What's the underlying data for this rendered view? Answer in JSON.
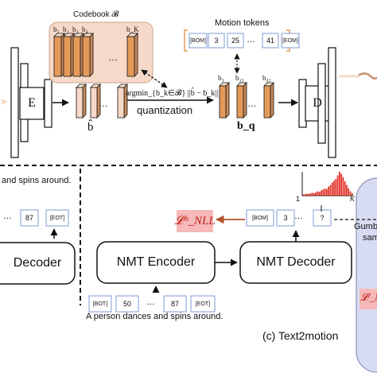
{
  "top": {
    "codebook_title": "Codebook 𝓑",
    "codebook_labels": [
      "b₁",
      "b₂",
      "b₃",
      "b₄",
      "…",
      "b_K"
    ],
    "motion_tokens_title": "Motion tokens",
    "motion_tokens": [
      "[BOM]",
      "3",
      "25",
      "…",
      "41",
      "[EOM]"
    ],
    "encoder_label": "E",
    "decoder_label": "D",
    "bhat_label": "b̂",
    "argmin_label": "argmin_{b_k∈𝓑} ||b̂ − b_k||",
    "quantization_label": "quantization",
    "quantized_labels": [
      "b₃",
      "b₂₅",
      "…",
      "b₄₁"
    ],
    "bq_label": "b_q"
  },
  "bottom_left": {
    "caption_fragment": "and spins around.",
    "tokens": [
      "…",
      "87",
      "[EOT]"
    ],
    "decoder_label": "Decoder"
  },
  "bottom_main": {
    "loss_label": "𝓛ᵐ_NLL",
    "decoder_tokens": [
      "[BOM]",
      "3",
      "…",
      "?"
    ],
    "histogram_axis": [
      "1",
      "K"
    ],
    "nmt_encoder": "NMT Encoder",
    "nmt_decoder": "NMT Decoder",
    "input_tokens": [
      "[BOT]",
      "50",
      "…",
      "87",
      "[EOT]"
    ],
    "input_sentence": "A person dances and spins around.",
    "gumbel_label": "Gumbe",
    "gumbel_label2": "sam",
    "loss_right": "𝓛ᵗ_N",
    "panel_caption": "(c) Text2motion"
  },
  "colors": {
    "orange": "#e59a5a",
    "orange_light": "#f6c9a2",
    "peach": "#f7d9c9",
    "red_arrow": "#b5532a",
    "token_border": "#7f9bd6",
    "pink_token": "#f6b9b9",
    "histogram": "#e0281f",
    "lavender": "#d8dcf2",
    "dashed": "#111111"
  },
  "chart_data": {
    "type": "bar",
    "title": "",
    "xlabel": "",
    "ylabel": "",
    "x_ticks": [
      "1",
      "K"
    ],
    "values": [
      0.05,
      0.06,
      0.08,
      0.07,
      0.1,
      0.12,
      0.1,
      0.14,
      0.18,
      0.16,
      0.22,
      0.26,
      0.3,
      0.28,
      0.38,
      0.45,
      0.55,
      0.62,
      0.7,
      0.85,
      1.0,
      0.92,
      0.78,
      0.6,
      0.45,
      0.3,
      0.18,
      0.1
    ]
  }
}
